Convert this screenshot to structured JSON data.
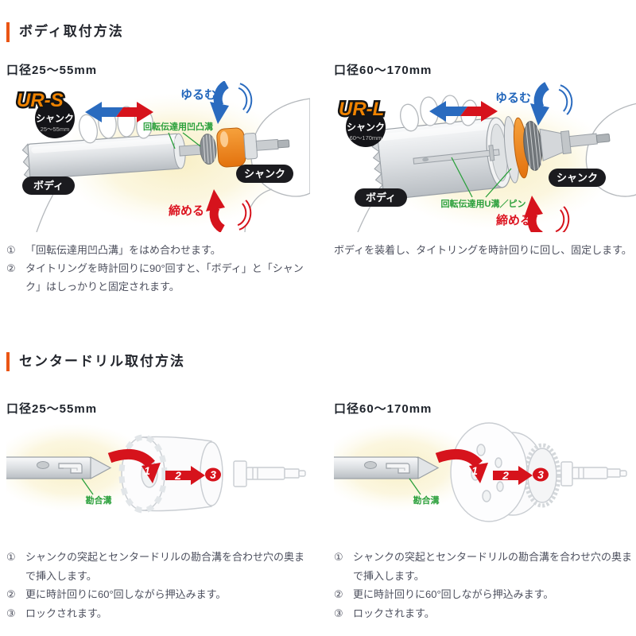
{
  "colors": {
    "accent_orange": "#ea5514",
    "badge_orange": "#f08300",
    "ring_orange": "#e3720e",
    "loosen_blue": "#2266bb",
    "tighten_red": "#dc1420",
    "label_green": "#2ba03c",
    "heading_text": "#23262d",
    "body_text": "#4d505e",
    "glow_yellow": "#f8eec2"
  },
  "section_body": {
    "title": "ボディ取付方法",
    "left": {
      "diameter": "口径25〜55mm",
      "badge": {
        "model": "UR-S",
        "type": "シャンク",
        "range": "25〜55mm"
      },
      "labels": {
        "loosen": "ゆるむ",
        "tighten": "締める",
        "groove": "回転伝達用凹凸溝",
        "body": "ボディ",
        "shank": "シャンク"
      },
      "steps": [
        {
          "num": "①",
          "text": "「回転伝達用凹凸溝」をはめ合わせます。"
        },
        {
          "num": "②",
          "text": "タイトリングを時計回りに90°回すと、「ボディ」と「シャンク」はしっかりと固定されます。"
        }
      ]
    },
    "right": {
      "diameter": "口径60〜170mm",
      "badge": {
        "model": "UR-L",
        "type": "シャンク",
        "range": "60〜170mm"
      },
      "labels": {
        "loosen": "ゆるむ",
        "tighten": "締める",
        "groove": "回転伝達用U溝／ピン",
        "body": "ボディ",
        "shank": "シャンク"
      },
      "description": "ボディを装着し、タイトリングを時計回りに回し、固定します。"
    }
  },
  "section_centerdrill": {
    "title": "センタードリル取付方法",
    "arrow_nums": [
      "1",
      "2",
      "3"
    ],
    "left": {
      "diameter": "口径25〜55mm",
      "groove_label": "勘合溝",
      "steps": [
        {
          "num": "①",
          "text": "シャンクの突起とセンタードリルの勘合溝を合わせ穴の奥まで挿入します。"
        },
        {
          "num": "②",
          "text": "更に時計回りに60°回しながら押込みます。"
        },
        {
          "num": "③",
          "text": "ロックされます。"
        }
      ]
    },
    "right": {
      "diameter": "口径60〜170mm",
      "groove_label": "勘合溝",
      "steps": [
        {
          "num": "①",
          "text": "シャンクの突起とセンタードリルの勘合溝を合わせ穴の奥まで挿入します。"
        },
        {
          "num": "②",
          "text": "更に時計回りに60°回しながら押込みます。"
        },
        {
          "num": "③",
          "text": "ロックされます。"
        }
      ]
    }
  }
}
